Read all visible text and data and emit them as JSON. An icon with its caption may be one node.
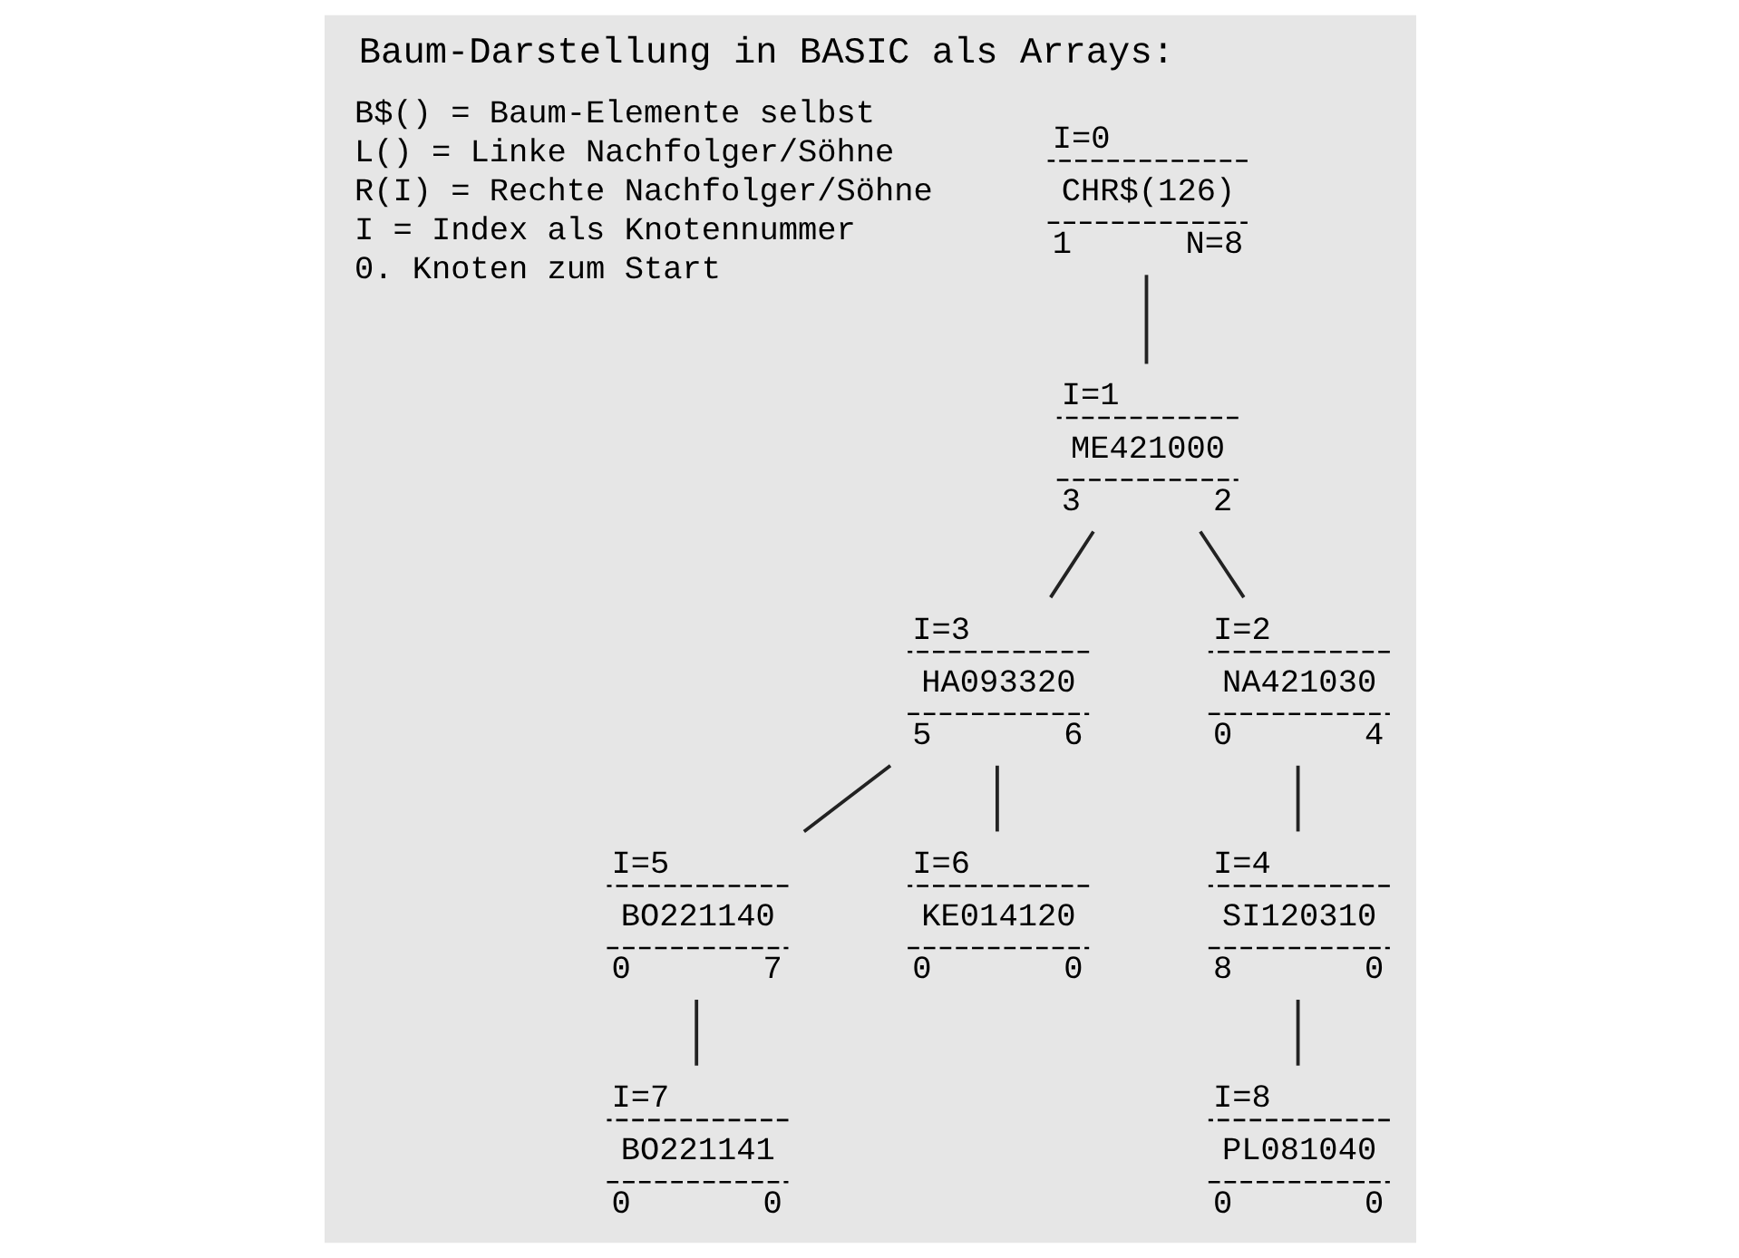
{
  "diagram": {
    "title": "Baum-Darstellung in BASIC als Arrays:",
    "nodes": [
      {
        "text": [
          "I=0",
          "CHR$(126)",
          "1",
          "N=8"
        ]
      },
      {
        "text": [
          "I=1",
          "ME421000",
          "3",
          "2"
        ]
      },
      {
        "text": [
          "I=3",
          "HA093320",
          "5",
          "6"
        ]
      },
      {
        "text": [
          "I=2",
          "NA421030",
          "0",
          "4"
        ]
      },
      {
        "text": [
          "I=5",
          "BO221140",
          "0",
          "7"
        ]
      },
      {
        "text": [
          "I=6",
          "KE014120",
          "0",
          "0"
        ]
      },
      {
        "text": [
          "I=4",
          "SI120310",
          "8",
          "0"
        ]
      },
      {
        "text": [
          "I=7",
          "BO221141",
          "0",
          "0"
        ]
      },
      {
        "text": [
          "I=8",
          "PL081040",
          "0",
          "0"
        ]
      }
    ],
    "edges": [
      {
        "from": 0,
        "to": 1,
        "arrow": "none"
      },
      {
        "from": 1,
        "to": 2,
        "arrow": "none"
      },
      {
        "from": 1,
        "to": 3,
        "arrow": "none"
      },
      {
        "from": 2,
        "to": 4,
        "arrow": "none"
      },
      {
        "from": 2,
        "to": 5,
        "arrow": "none"
      },
      {
        "from": 3,
        "to": 6,
        "arrow": "none"
      },
      {
        "from": 4,
        "to": 7,
        "arrow": "none"
      },
      {
        "from": 6,
        "to": 8,
        "arrow": "none"
      }
    ],
    "labels": [
      "B$() = Baum-Elemente selbst",
      "L() = Linke Nachfolger/Söhne",
      "R(I) = Rechte Nachfolger/Söhne",
      "I = Index als Knotennummer",
      "0. Knoten zum Start"
    ]
  }
}
